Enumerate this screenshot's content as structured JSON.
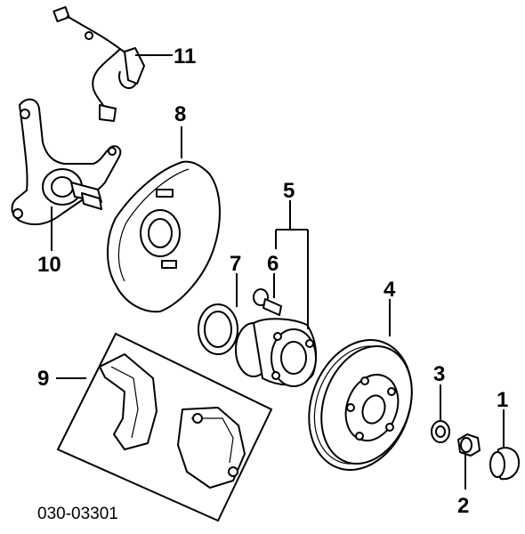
{
  "callouts": {
    "c1": "1",
    "c2": "2",
    "c3": "3",
    "c4": "4",
    "c5": "5",
    "c6": "6",
    "c7": "7",
    "c8": "8",
    "c9": "9",
    "c10": "10",
    "c11": "11"
  },
  "diagram_code": "030-03301"
}
